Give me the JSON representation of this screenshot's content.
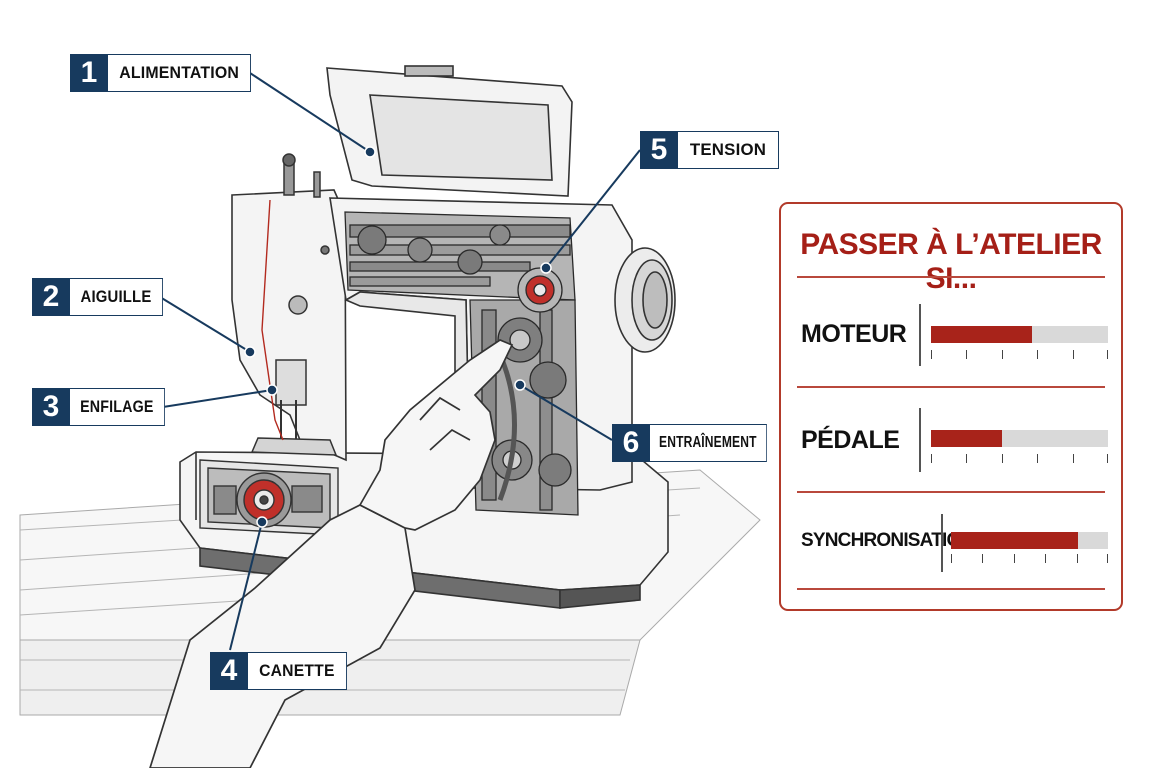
{
  "callouts": [
    {
      "num": "1",
      "label": "ALIMENTATION"
    },
    {
      "num": "2",
      "label": "AIGUILLE"
    },
    {
      "num": "3",
      "label": "ENFILAGE"
    },
    {
      "num": "4",
      "label": "CANETTE"
    },
    {
      "num": "5",
      "label": "TENSION"
    },
    {
      "num": "6",
      "label": "ENTRAÎNEMENT"
    }
  ],
  "panel": {
    "title": "PASSER À L’ATELIER SI...",
    "rows": [
      {
        "label": "MOTEUR",
        "level": 0.57
      },
      {
        "label": "PÉDALE",
        "level": 0.4
      },
      {
        "label": "SYNCHRONISATION",
        "level": 0.81
      }
    ]
  },
  "colors": {
    "navy": "#173a5e",
    "accent": "#a8231a",
    "track": "#d9d9d9"
  }
}
